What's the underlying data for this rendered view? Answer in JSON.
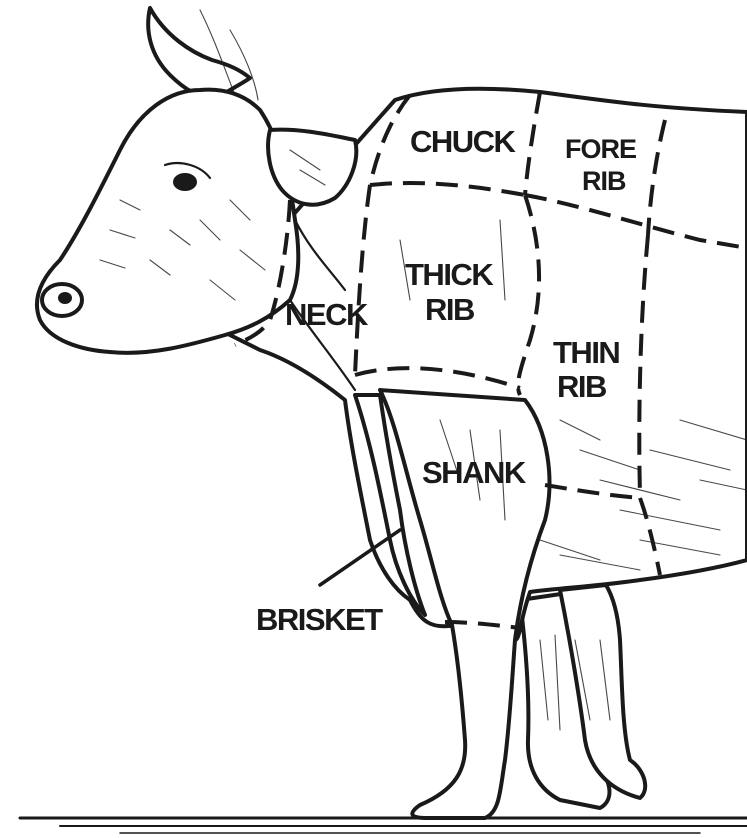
{
  "diagram": {
    "cuts": {
      "chuck": {
        "lines": [
          "CHUCK"
        ]
      },
      "fore_rib": {
        "lines": [
          "FORE",
          "RIB"
        ]
      },
      "neck": {
        "lines": [
          "NECK"
        ]
      },
      "thick_rib": {
        "lines": [
          "THICK",
          "RIB"
        ]
      },
      "thin_rib": {
        "lines": [
          "THIN",
          "RIB"
        ]
      },
      "shank": {
        "lines": [
          "SHANK"
        ]
      },
      "brisket": {
        "lines": [
          "BRISKET"
        ]
      }
    },
    "colors": {
      "ink": "#1a1a1a",
      "background": "#ffffff"
    },
    "icons": [
      "cow-illustration"
    ]
  }
}
